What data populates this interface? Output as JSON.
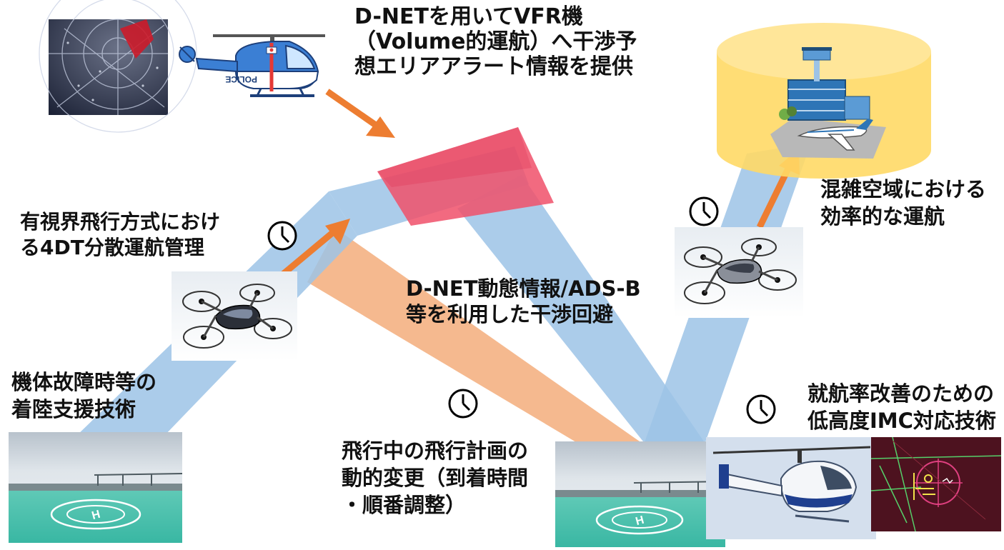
{
  "labels": {
    "dnet_vfr": "D-NETを用いてVFR機\n（Volume的運航）へ干渉予\n想エリアアラート情報を提供",
    "vfr_4dt": "有視界飛行方式におけ\nる4DT分散運航管理",
    "dnet_avoid": "D-NET動態情報/ADS-B\n等を利用した干渉回避",
    "congested": "混雑空域における\n効率的な運航",
    "landing_support": "機体故障時等の\n着陸支援技術",
    "inflight_plan": "飛行中の飛行計画の\n動的変更（到着時間\n・順番調整）",
    "imc": "就航率改善のための\n低高度IMC対応技術",
    "police_marking": "POLICE",
    "heliport_marking": "H"
  },
  "colors": {
    "route_blue": "#9cc3e6",
    "route_orange": "#f4b183",
    "alert_red": "#f0506a",
    "arrow_orange": "#ed7d31",
    "airspace_yellow": "#ffd966"
  },
  "icons": [
    "clock-icon",
    "radar-image",
    "police-helicopter-image",
    "airport-cylinder",
    "evtol-drone-image",
    "heliport-image",
    "helicopter-photo",
    "hud-display-image"
  ]
}
